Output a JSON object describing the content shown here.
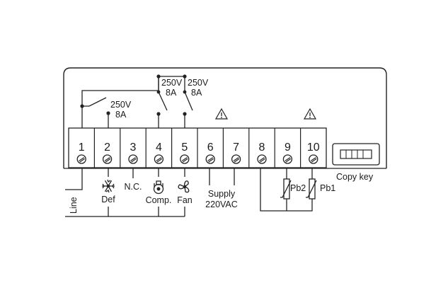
{
  "terminals": [
    "1",
    "2",
    "3",
    "4",
    "5",
    "6",
    "7",
    "8",
    "9",
    "10"
  ],
  "ratings": {
    "relay_def": [
      "250V",
      "8A"
    ],
    "relay_comp": [
      "250V",
      "8A"
    ],
    "relay_fan": [
      "250V",
      "8A"
    ]
  },
  "labels": {
    "line": "Line",
    "def": "Def",
    "nc": "N.C.",
    "comp": "Comp.",
    "fan": "Fan",
    "supply": [
      "Supply",
      "220VAC"
    ],
    "pb2": "Pb2",
    "pb1": "Pb1",
    "copy_key": "Copy key"
  },
  "icons": [
    "warning-icon",
    "snowflake-icon",
    "compressor-icon",
    "fan-icon",
    "thermistor-icon"
  ]
}
